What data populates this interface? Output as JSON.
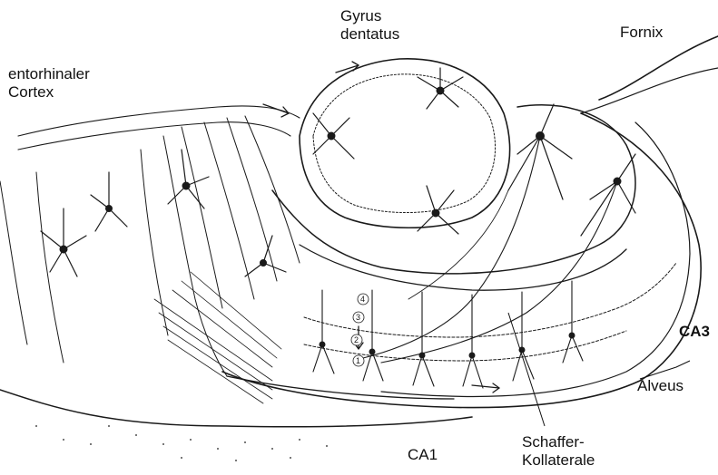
{
  "labels": {
    "gyrus_line1": "Gyrus",
    "gyrus_line2": "dentatus",
    "fornix": "Fornix",
    "entorhinal_line1": "entorhinaler",
    "entorhinal_line2": "Cortex",
    "ca3": "CA3",
    "alveus": "Alveus",
    "ca1": "CA1",
    "schaffer_line1": "Schaffer-",
    "schaffer_line2": "Kollaterale"
  },
  "layer_markers": [
    "1",
    "2",
    "3",
    "4"
  ],
  "colors": {
    "ink": "#1a1a1a",
    "paper": "#ffffff"
  }
}
